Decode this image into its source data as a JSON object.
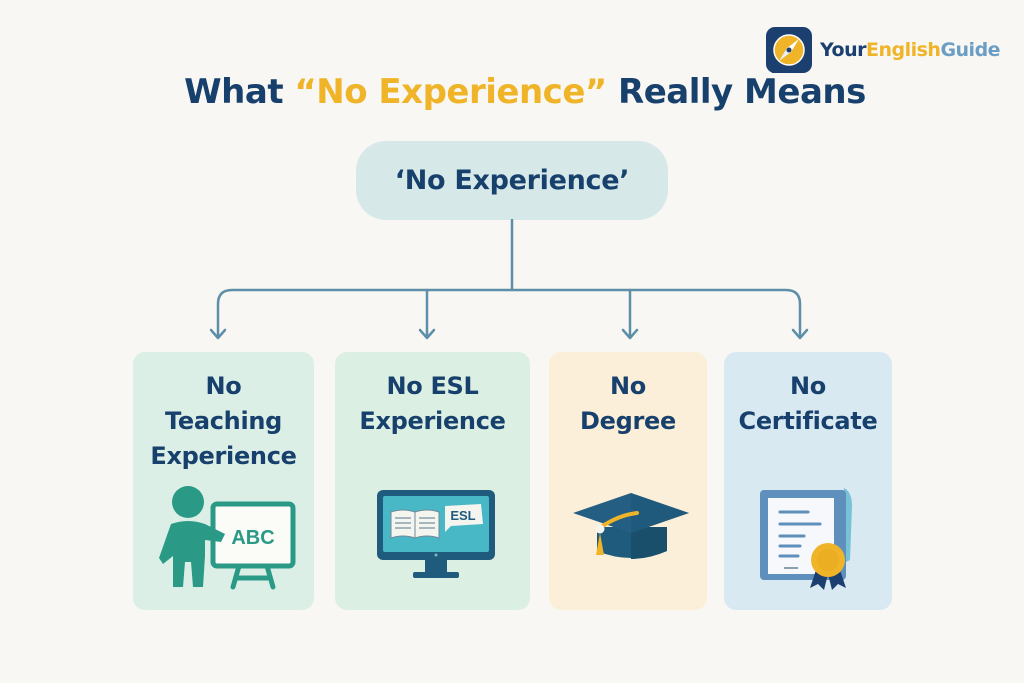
{
  "logo": {
    "icon": "compass-icon",
    "text_part1": "Your",
    "text_part2": "English",
    "text_part3": "Guide",
    "colors": {
      "badge": "#1b3f6e",
      "your": "#1b3f6e",
      "english": "#f0b429",
      "guide": "#6b9ec4"
    }
  },
  "title": {
    "prefix": "What ",
    "highlight": "“No Experience”",
    "suffix": " Really Means",
    "colors": {
      "main": "#17406d",
      "highlight": "#f0b429"
    }
  },
  "root_node": {
    "label": "‘No Experience’",
    "color": "#d6e9e8"
  },
  "connector_color": "#5e8fa8",
  "cards": [
    {
      "id": "teaching",
      "title_lines": [
        "No",
        "Teaching",
        "Experience"
      ],
      "icon": "teacher-whiteboard-icon",
      "icon_text": "ABC",
      "color": "#dcefe6"
    },
    {
      "id": "esl",
      "title_lines": [
        "No ESL",
        "Experience"
      ],
      "icon": "computer-monitor-book-icon",
      "icon_text": "ESL",
      "color": "#dcefe3"
    },
    {
      "id": "degree",
      "title_lines": [
        "No",
        "Degree"
      ],
      "icon": "graduation-cap-icon",
      "color": "#fcefd9"
    },
    {
      "id": "certificate",
      "title_lines": [
        "No",
        "Certificate"
      ],
      "icon": "certificate-seal-icon",
      "color": "#d9e9f2"
    }
  ]
}
